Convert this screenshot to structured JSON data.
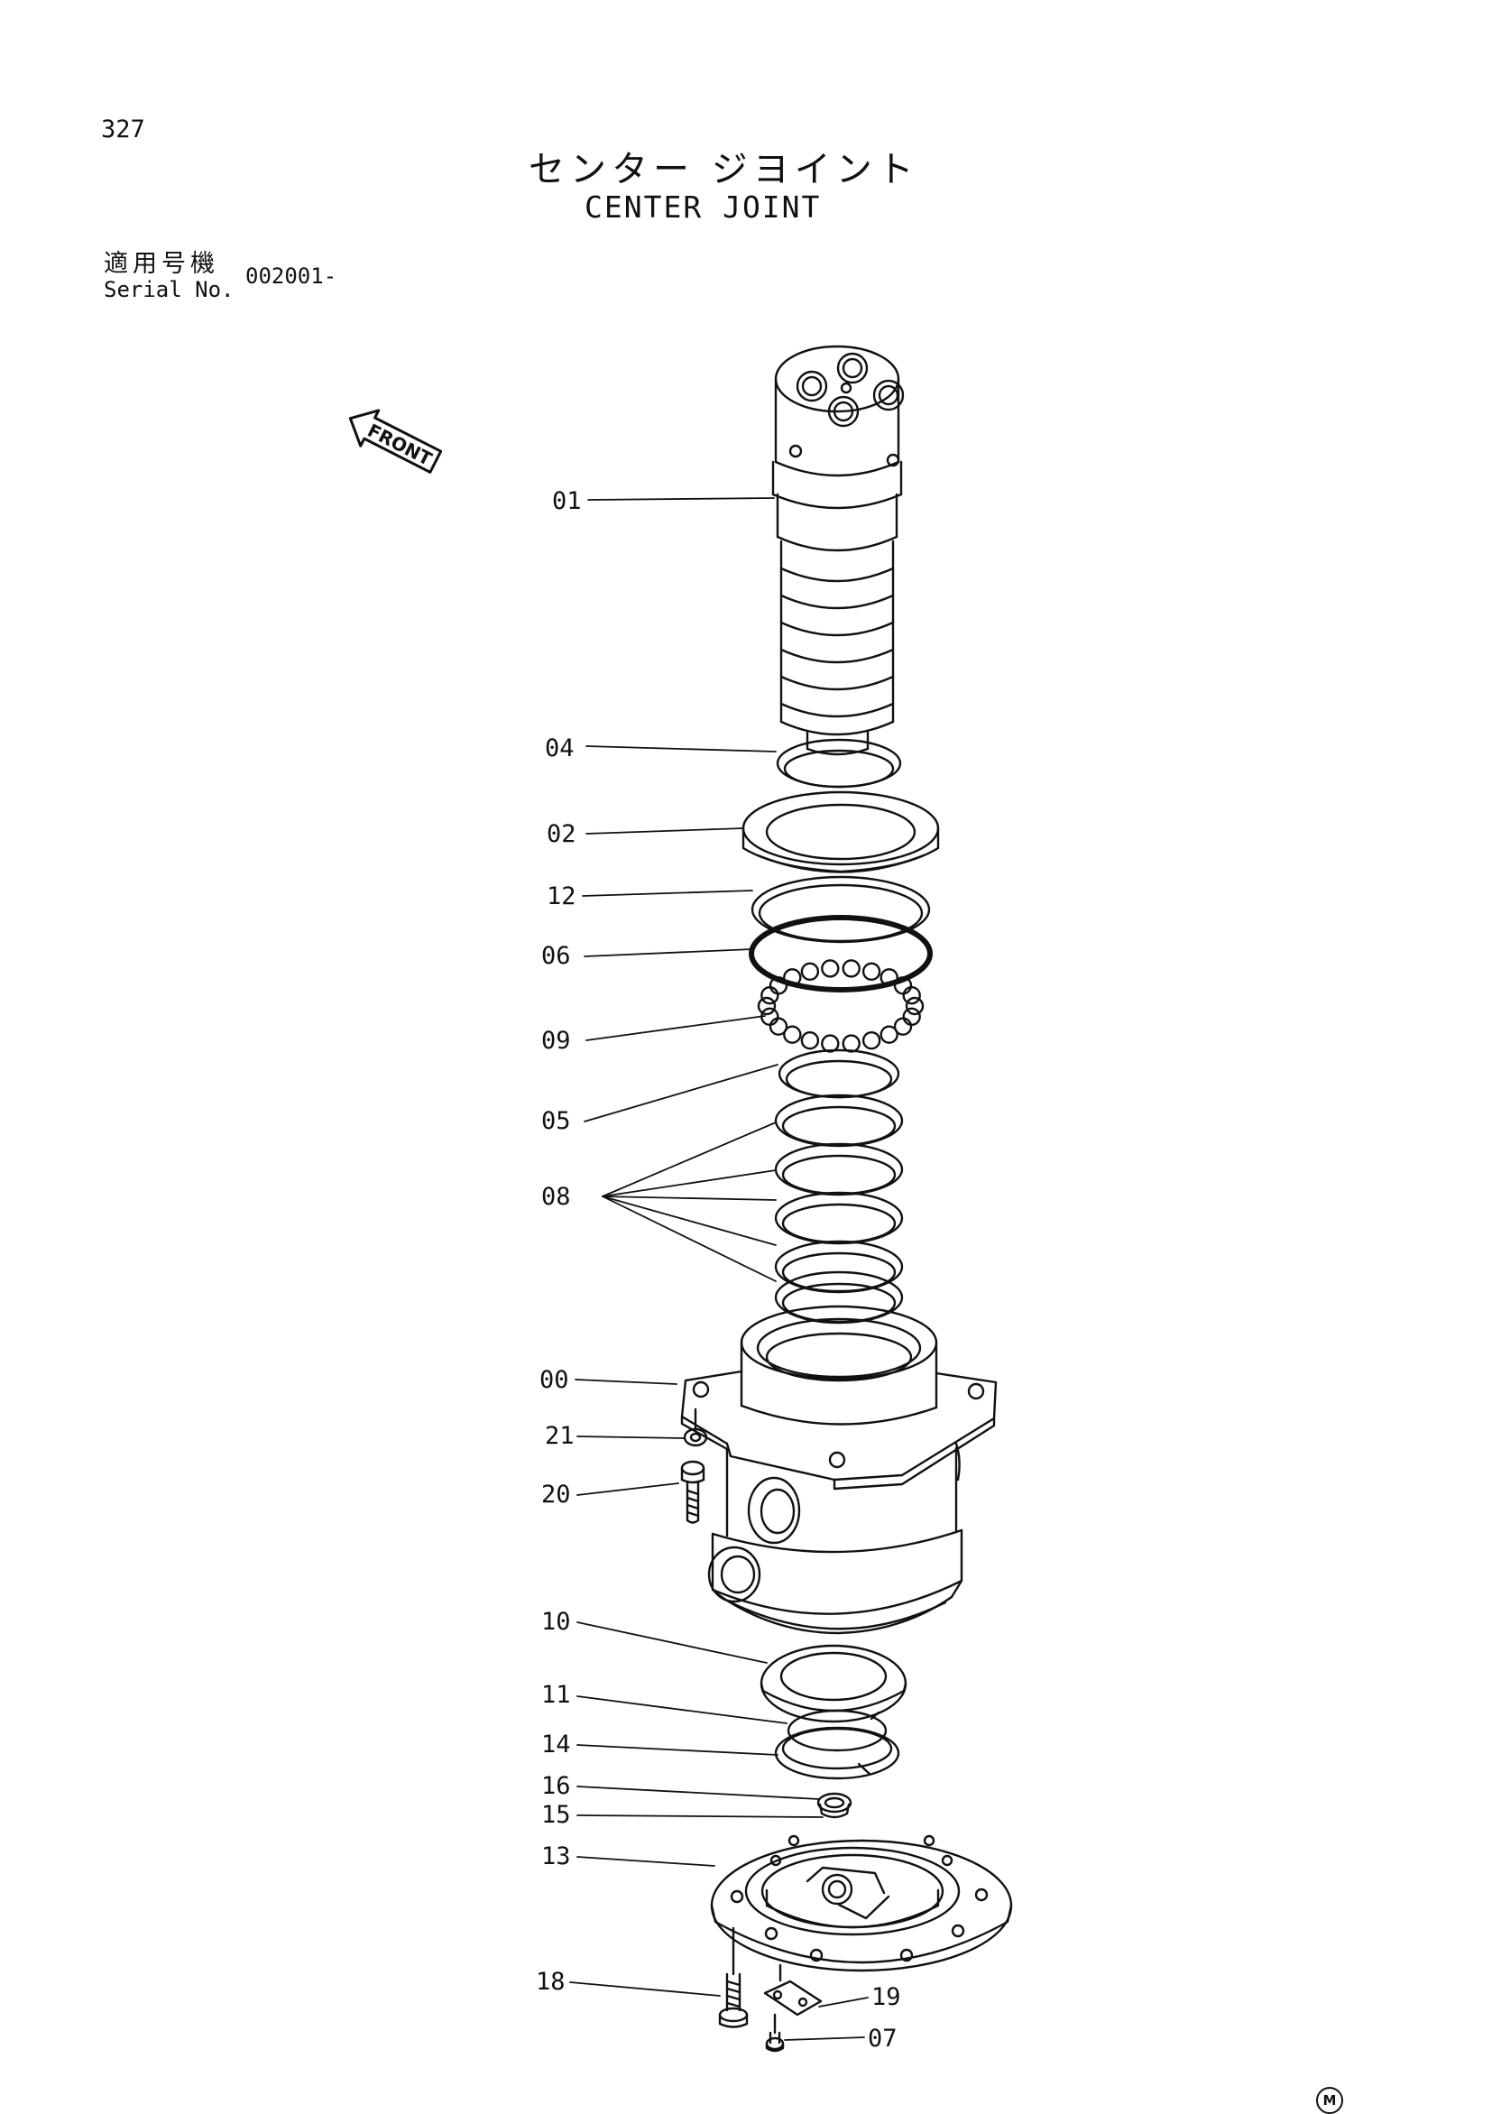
{
  "page_number": "327",
  "title_jp": "センター ジヨイント",
  "title_en": "CENTER JOINT",
  "serial": {
    "label_jp": "適用号機",
    "label_en": "Serial No.",
    "value": "002001-"
  },
  "front_label": "FRONT",
  "mark": "M",
  "parts": {
    "p01": "01",
    "p04": "04",
    "p02": "02",
    "p12": "12",
    "p06": "06",
    "p09": "09",
    "p05": "05",
    "p08": "08",
    "p00": "00",
    "p21": "21",
    "p20": "20",
    "p10": "10",
    "p11": "11",
    "p14": "14",
    "p16": "16",
    "p15": "15",
    "p13": "13",
    "p18": "18",
    "p19": "19",
    "p07": "07"
  }
}
